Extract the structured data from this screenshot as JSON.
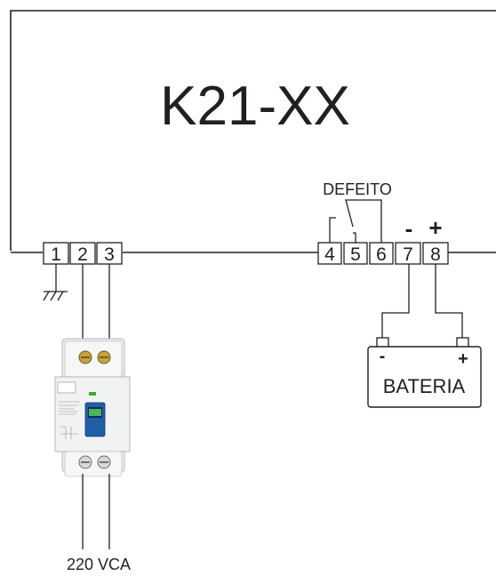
{
  "device": {
    "title": "K21-XX"
  },
  "terminals": [
    "1",
    "2",
    "3",
    "4",
    "5",
    "6",
    "7",
    "8"
  ],
  "fault_relay": {
    "label": "DEFEITO"
  },
  "polarity": {
    "minus": "-",
    "plus": "+"
  },
  "battery": {
    "label": "BATERIA",
    "minus": "-",
    "plus": "+"
  },
  "mains": {
    "label": "220 VCA"
  },
  "colors": {
    "line": "#231f20",
    "breaker_body": "#f1f2f2",
    "breaker_toggle": "#1f5fa8",
    "indicator": "#3aa935"
  }
}
